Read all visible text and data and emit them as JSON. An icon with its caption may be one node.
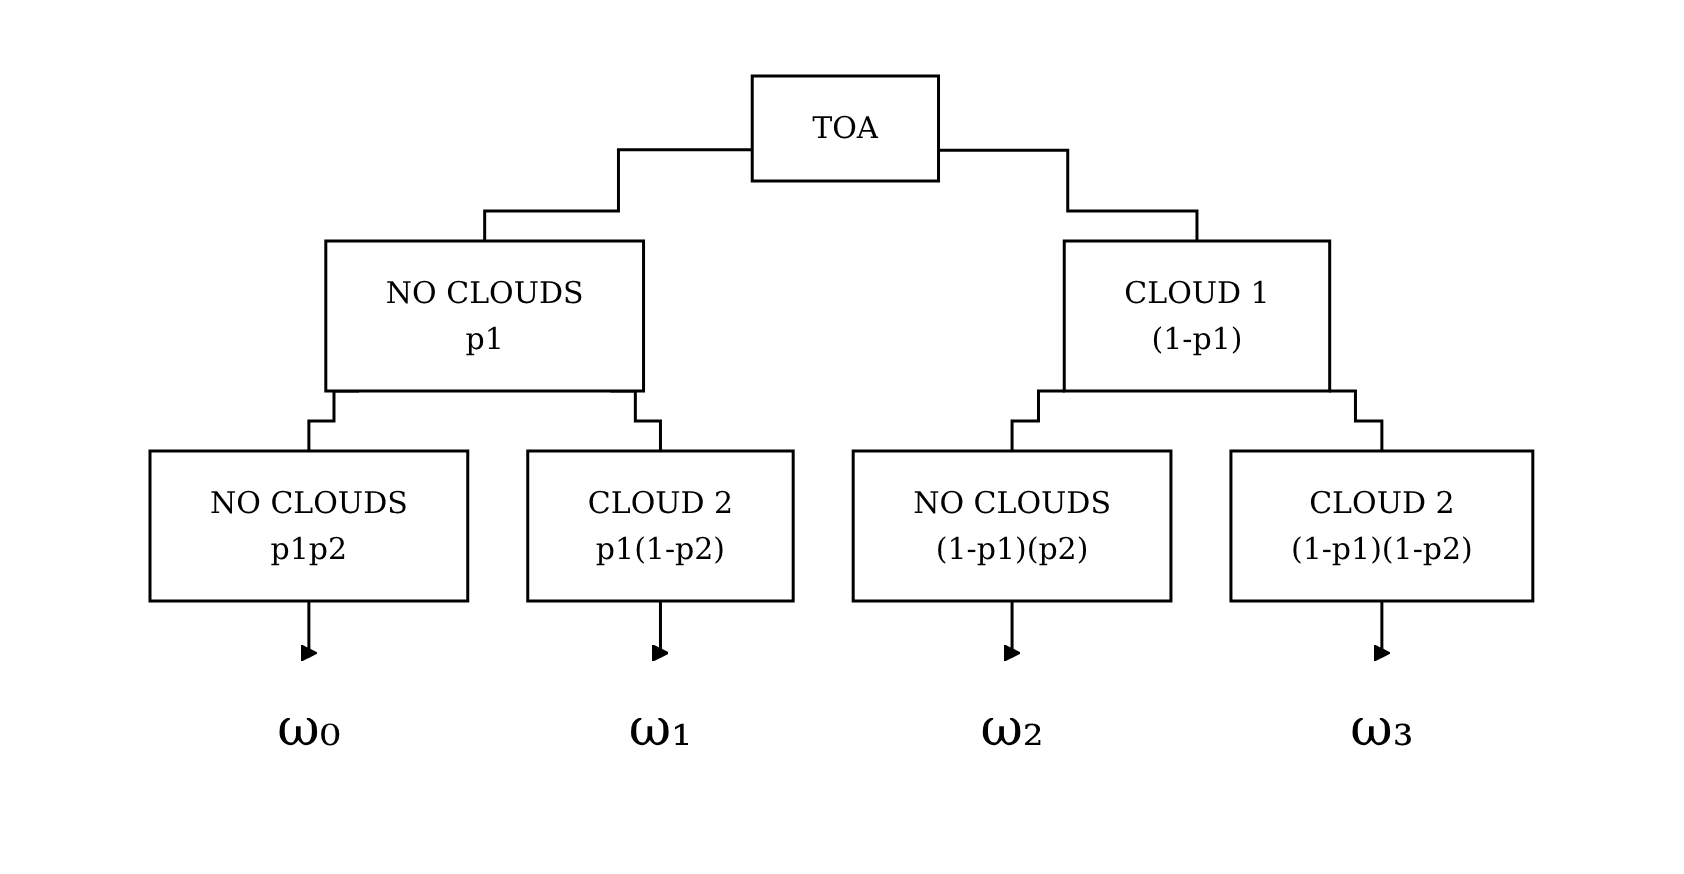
{
  "diagram": {
    "nodes": [
      {
        "text": [
          "TOA"
        ]
      },
      {
        "text": [
          "NO CLOUDS",
          "p1"
        ]
      },
      {
        "text": [
          "CLOUD 1",
          "(1-p1)"
        ]
      },
      {
        "text": [
          "NO CLOUDS",
          "p1p2"
        ]
      },
      {
        "text": [
          "CLOUD 2",
          "p1(1-p2)"
        ]
      },
      {
        "text": [
          "NO CLOUDS",
          "(1-p1)(p2)"
        ]
      },
      {
        "text": [
          "CLOUD 2",
          "(1-p1)(1-p2)"
        ]
      },
      {
        "text": [
          "ω₀"
        ]
      },
      {
        "text": [
          "ω₁"
        ]
      },
      {
        "text": [
          "ω₂"
        ]
      },
      {
        "text": [
          "ω₃"
        ]
      }
    ],
    "edges": [
      {
        "from": 0,
        "to": 1,
        "arrow": "none"
      },
      {
        "from": 0,
        "to": 2,
        "arrow": "none"
      },
      {
        "from": 1,
        "to": 3,
        "arrow": "none"
      },
      {
        "from": 1,
        "to": 4,
        "arrow": "none"
      },
      {
        "from": 2,
        "to": 5,
        "arrow": "none"
      },
      {
        "from": 2,
        "to": 6,
        "arrow": "none"
      },
      {
        "from": 3,
        "to": 7,
        "arrow": "to"
      },
      {
        "from": 4,
        "to": 8,
        "arrow": "to"
      },
      {
        "from": 5,
        "to": 9,
        "arrow": "to"
      },
      {
        "from": 6,
        "to": 10,
        "arrow": "to"
      }
    ]
  }
}
